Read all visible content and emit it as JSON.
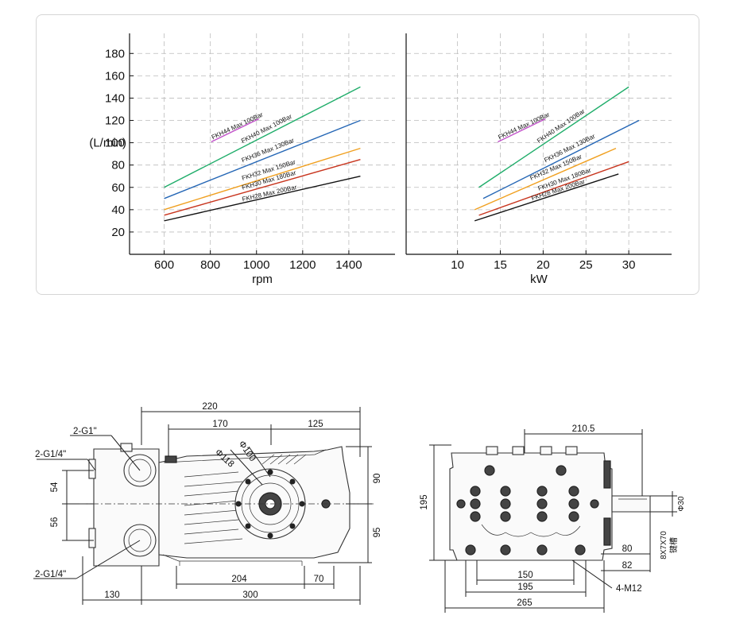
{
  "chart_data": [
    {
      "type": "line",
      "xlabel": "rpm",
      "ylabel": "(L/min)",
      "xticks": [
        600,
        800,
        1000,
        1200,
        1400
      ],
      "yticks": [
        20,
        40,
        60,
        80,
        100,
        120,
        140,
        160,
        180
      ],
      "xlim": [
        450,
        1600
      ],
      "ylim": [
        0,
        198
      ],
      "grid": true,
      "series": [
        {
          "name": "FKH44 Max 100Bar",
          "color": "#c04fc8",
          "x": [
            1000,
            1000
          ],
          "y": [
            110,
            110
          ]
        },
        {
          "name": "FKH40 Max 100Bar",
          "color": "#1fad6a",
          "x": [
            600,
            1450
          ],
          "y": [
            60,
            150
          ]
        },
        {
          "name": "FKH36 Max 130Bar",
          "color": "#2466b5",
          "x": [
            600,
            1450
          ],
          "y": [
            50,
            120
          ]
        },
        {
          "name": "FKH32 Max 150Bar",
          "color": "#f0a020",
          "x": [
            600,
            1450
          ],
          "y": [
            40,
            95
          ]
        },
        {
          "name": "FKH30 Max 180Bar",
          "color": "#c8351e",
          "x": [
            600,
            1450
          ],
          "y": [
            35,
            85
          ]
        },
        {
          "name": "FKH28 Max 200Bar",
          "color": "#111111",
          "x": [
            600,
            1450
          ],
          "y": [
            30,
            70
          ]
        }
      ]
    },
    {
      "type": "line",
      "xlabel": "kW",
      "ylabel": "",
      "xticks": [
        10,
        15,
        20,
        25,
        30
      ],
      "yticks": [],
      "xlim": [
        4,
        35
      ],
      "ylim": [
        0,
        198
      ],
      "grid": true,
      "series": [
        {
          "name": "FKH44 Max 100Bar",
          "color": "#c04fc8",
          "x": [
            20,
            20
          ],
          "y": [
            110,
            110
          ]
        },
        {
          "name": "FKH40 Max 100Bar",
          "color": "#1fad6a",
          "x": [
            12.5,
            30
          ],
          "y": [
            60,
            150
          ]
        },
        {
          "name": "FKH36 Max 130Bar",
          "color": "#2466b5",
          "x": [
            13,
            31.2
          ],
          "y": [
            50,
            120
          ]
        },
        {
          "name": "FKH32 Max 150Bar",
          "color": "#f0a020",
          "x": [
            12,
            28.5
          ],
          "y": [
            40,
            95
          ]
        },
        {
          "name": "FKH30 Max 180Bar",
          "color": "#c8351e",
          "x": [
            12.5,
            30
          ],
          "y": [
            35,
            83
          ]
        },
        {
          "name": "FKH28 Max 200Bar",
          "color": "#111111",
          "x": [
            12,
            28.8
          ],
          "y": [
            30,
            72
          ]
        }
      ]
    }
  ],
  "drawing": {
    "side": {
      "d220": "220",
      "d170": "170",
      "d125": "125",
      "d90": "90",
      "d95": "95",
      "d54": "54",
      "d56": "56",
      "d204": "204",
      "d70": "70",
      "d130": "130",
      "d300": "300",
      "phi118": "Φ118",
      "phi100": "Φ100",
      "g1": "2-G1\"",
      "g14a": "2-G1/4\"",
      "g14b": "2-G1/4\""
    },
    "front": {
      "d2105": "210.5",
      "d195v": "195",
      "d150": "150",
      "d195": "195",
      "d265": "265",
      "d80": "80",
      "d82": "82",
      "m12": "4-M12",
      "phi30": "Φ30",
      "key": "8X7X70",
      "keycn": "键槽"
    }
  }
}
